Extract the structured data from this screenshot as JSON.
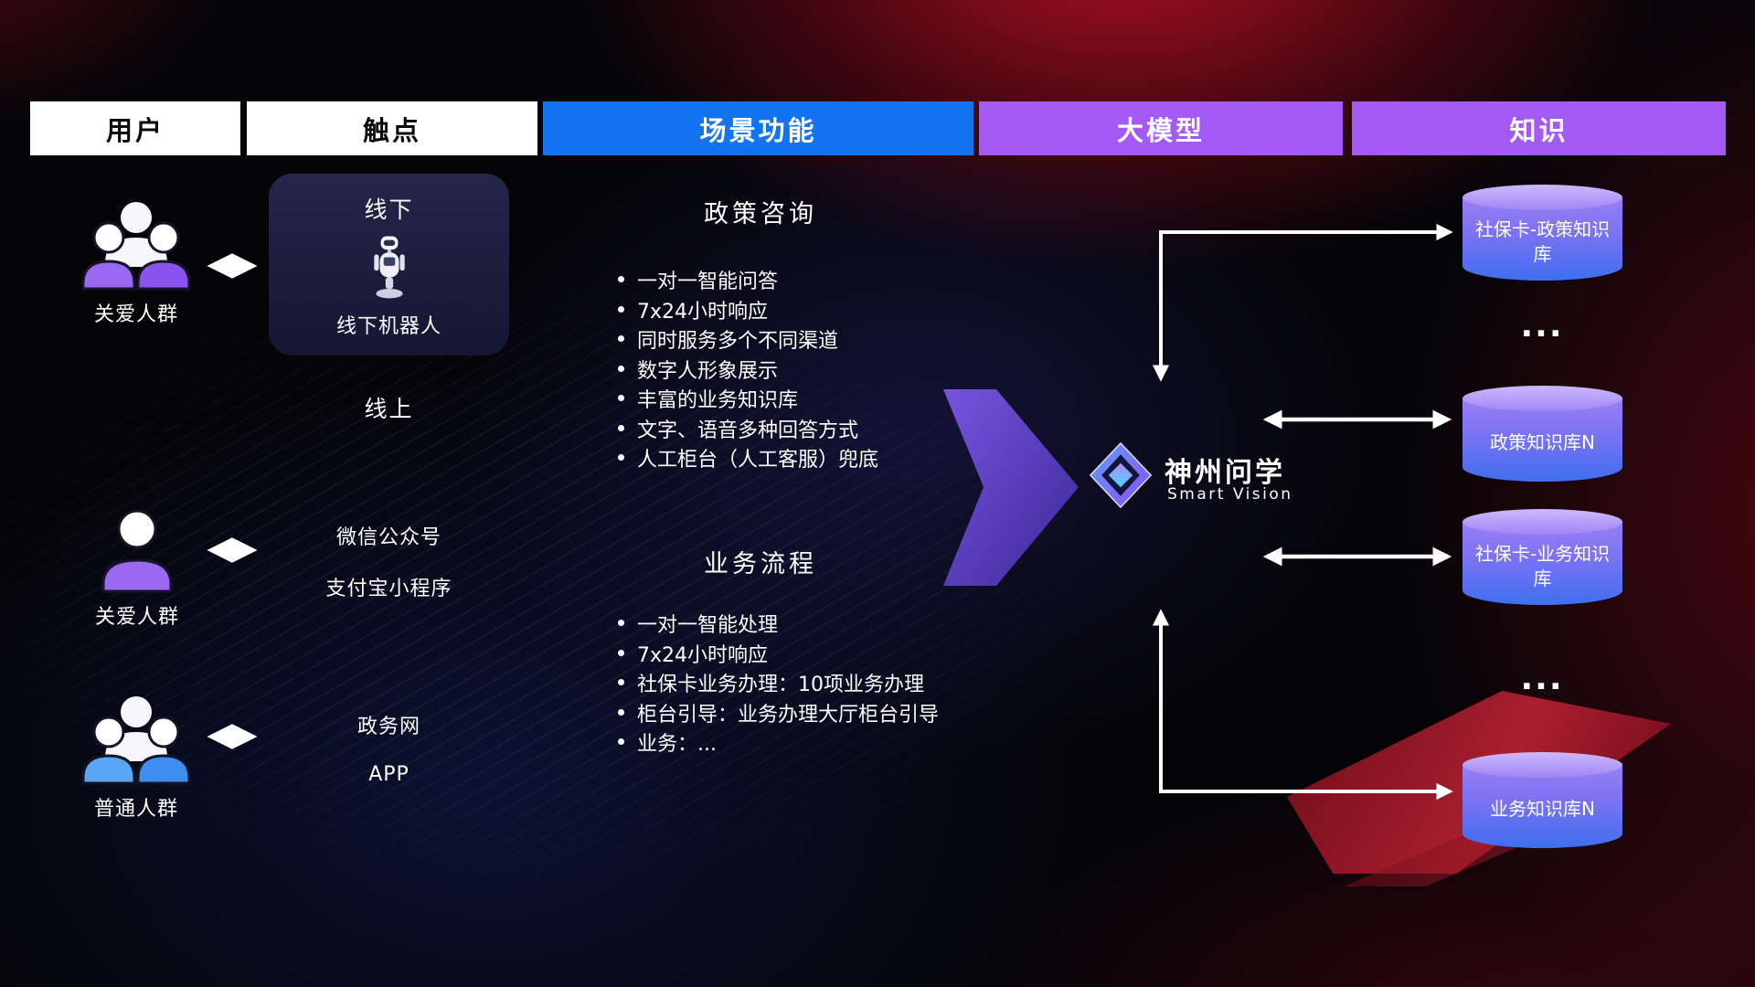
{
  "header": {
    "columns": [
      {
        "label": "用户"
      },
      {
        "label": "触点"
      },
      {
        "label": "场景功能"
      },
      {
        "label": "大模型"
      },
      {
        "label": "知识"
      }
    ]
  },
  "users": {
    "groups": [
      {
        "label": "关爱人群",
        "icon": "people-group-purple-icon"
      },
      {
        "label": "关爱人群",
        "icon": "person-purple-icon"
      },
      {
        "label": "普通人群",
        "icon": "people-group-blue-icon"
      }
    ]
  },
  "touchpoints": {
    "offline_title": "线下",
    "offline_robot": "线下机器人",
    "online_title": "线上",
    "wechat": "微信公众号",
    "alipay": "支付宝小程序",
    "gov": "政务网",
    "app": "APP"
  },
  "scene": {
    "policy_title": "政策咨询",
    "policy_items": [
      "一对一智能问答",
      "7x24小时响应",
      "同时服务多个不同渠道",
      "数字人形象展示",
      "丰富的业务知识库",
      "文字、语音多种回答方式",
      "人工柜台（人工客服）兜底"
    ],
    "process_title": "业务流程",
    "process_items": [
      "一对一智能处理",
      "7x24小时响应",
      "社保卡业务办理：10项业务办理",
      "柜台引导：业务办理大厅柜台引导",
      "业务：..."
    ]
  },
  "model": {
    "brand": "神州问学",
    "brand_sub": "Smart Vision"
  },
  "knowledge": {
    "db1": "社保卡-政策知识库",
    "dots1": "...",
    "db2": "政策知识库N",
    "db3": "社保卡-业务知识库",
    "dots2": "...",
    "db4": "业务知识库N"
  },
  "colors": {
    "header_blue": "#1473F0",
    "header_purple": "#A35AF5",
    "cylinder_top": "#CDB9FC",
    "cylinder_bottom": "#3E6FF0",
    "arrow_purple": "#5B3FD4",
    "red_glow": "#C01428",
    "connector_white": "#FFFFFF"
  }
}
